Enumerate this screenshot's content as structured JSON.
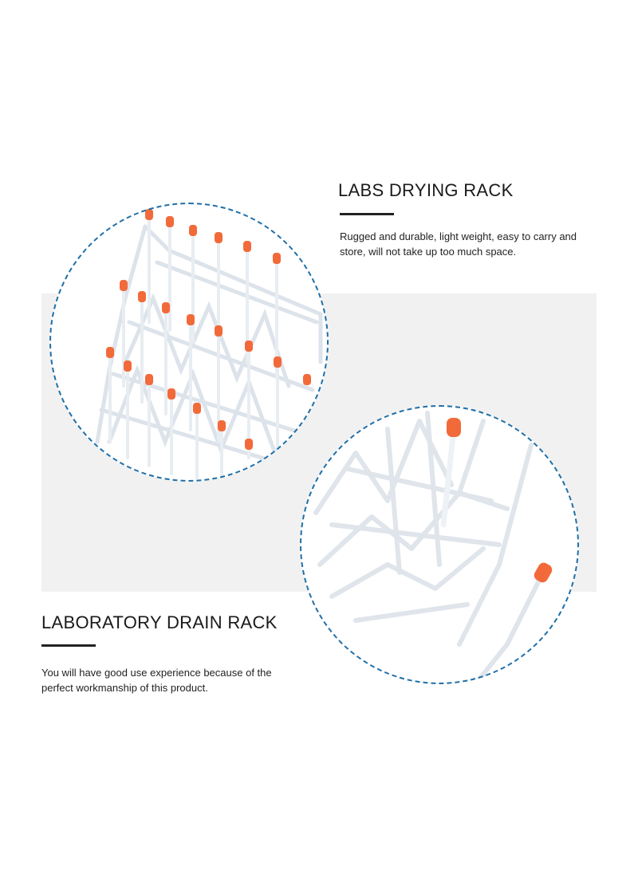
{
  "sections": [
    {
      "title": "LABS DRYING RACK",
      "description": "Rugged and durable, light weight, easy to carry and store, will not take up too much space."
    },
    {
      "title": "LABORATORY DRAIN RACK",
      "description": "You will have good use experience because of the perfect workmanship of this product."
    }
  ],
  "colors": {
    "accent_ring": "#1f6fa8",
    "peg_cap": "#f26a3a",
    "band": "#f1f1f1"
  }
}
